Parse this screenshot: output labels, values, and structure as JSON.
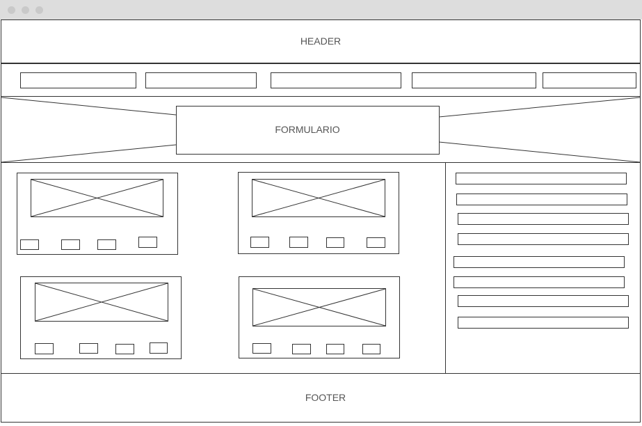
{
  "header": {
    "label": "HEADER"
  },
  "form": {
    "label": "FORMULARIO"
  },
  "footer": {
    "label": "FOOTER"
  },
  "nav": {
    "item_count": 5
  },
  "cards": {
    "count": 4,
    "buttons_per_card": 4
  },
  "sidebar": {
    "item_count": 8
  },
  "window_controls": [
    "close-dot",
    "minimize-dot",
    "maximize-dot"
  ]
}
